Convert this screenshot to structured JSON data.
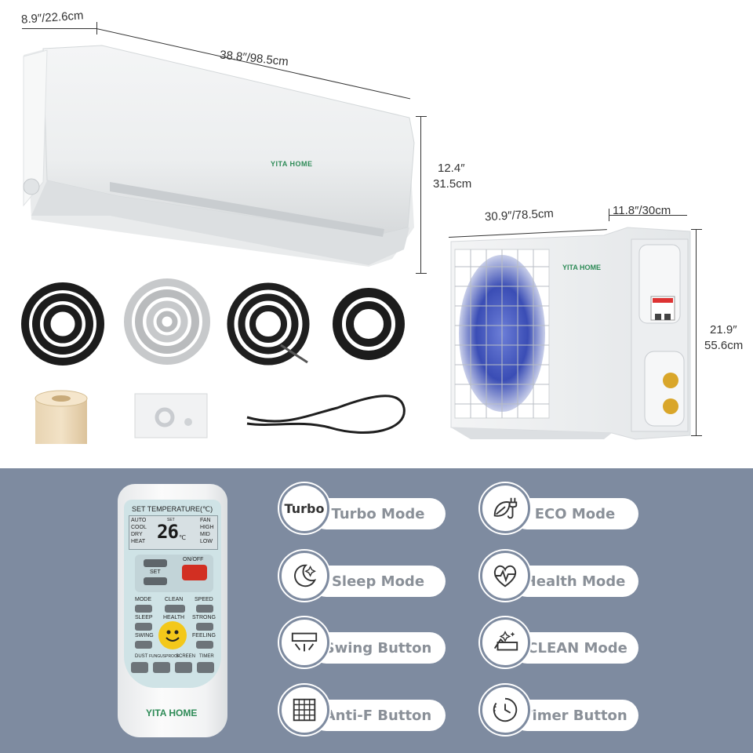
{
  "dimensions": {
    "indoor_depth": "8.9″/22.6cm",
    "indoor_width": "38.8″/98.5cm",
    "indoor_height_in": "12.4″",
    "indoor_height_cm": "31.5cm",
    "outdoor_width": "30.9″/78.5cm",
    "outdoor_depth": "11.8″/30cm",
    "outdoor_height_in": "21.9″",
    "outdoor_height_cm": "55.6cm"
  },
  "brand": "YITA HOME",
  "remote": {
    "set_temperature": "SET TEMPERATURE(℃)",
    "modes_left": [
      "AUTO",
      "COOL",
      "DRY",
      "HEAT"
    ],
    "modes_right": [
      "FAN",
      "HIGH",
      "MID",
      "LOW"
    ],
    "lcd_set": "SET",
    "lcd_temp": "26",
    "lcd_unit": "℃",
    "set_label": "SET",
    "on_off": "ON/OFF",
    "btn_mode": "MODE",
    "btn_clean": "CLEAN",
    "btn_speed": "SPEED",
    "btn_sleep": "SLEEP",
    "btn_health": "HEALTH",
    "btn_strong": "STRONG",
    "btn_swing": "SWING",
    "btn_feeling": "FEELING",
    "btn_dust": "DUST",
    "btn_fungusproof": "FUNGUSPROOF",
    "btn_screen": "SCREEN",
    "btn_timer": "TIMER",
    "brand": "YITA HOME"
  },
  "features": {
    "turbo_icon_text": "Turbo",
    "turbo": "Turbo Mode",
    "eco": "ECO Mode",
    "sleep": "Sleep Mode",
    "health": "Health Mode",
    "swing": "Swing Button",
    "iclean": "iCLEAN Mode",
    "antif": "Anti-F Button",
    "timer": "Timer Button"
  },
  "colors": {
    "panel_bg": "#7e8ba0",
    "pill_text": "#8a9098",
    "brand_green": "#2e8b57"
  }
}
